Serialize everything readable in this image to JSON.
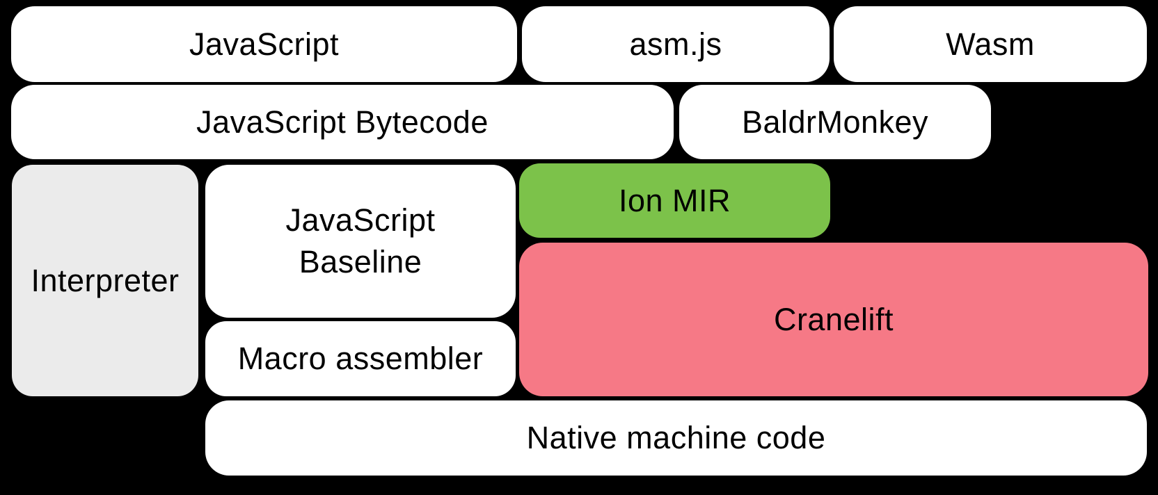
{
  "diagram": {
    "background": "#000000",
    "text_color": "#000000",
    "colors": {
      "box_white": "#ffffff",
      "box_gray": "#ebebeb",
      "box_green": "#7cc24a",
      "box_pink": "#f67986"
    },
    "nodes": {
      "javascript": {
        "label": "JavaScript",
        "fill": "#ffffff"
      },
      "asmjs": {
        "label": "asm.js",
        "fill": "#ffffff"
      },
      "wasm": {
        "label": "Wasm",
        "fill": "#ffffff"
      },
      "bytecode": {
        "label": "JavaScript Bytecode",
        "fill": "#ffffff"
      },
      "baldrmonkey": {
        "label": "BaldrMonkey",
        "fill": "#ffffff"
      },
      "interpreter": {
        "label": "Interpreter",
        "fill": "#ebebeb"
      },
      "baseline": {
        "label": "JavaScript Baseline",
        "fill": "#ffffff"
      },
      "ion_mir": {
        "label": "Ion MIR",
        "fill": "#7cc24a"
      },
      "cranelift": {
        "label": "Cranelift",
        "fill": "#f67986"
      },
      "macro_assembler": {
        "label": "Macro assembler",
        "fill": "#ffffff"
      },
      "native": {
        "label": "Native machine code",
        "fill": "#ffffff"
      }
    }
  }
}
